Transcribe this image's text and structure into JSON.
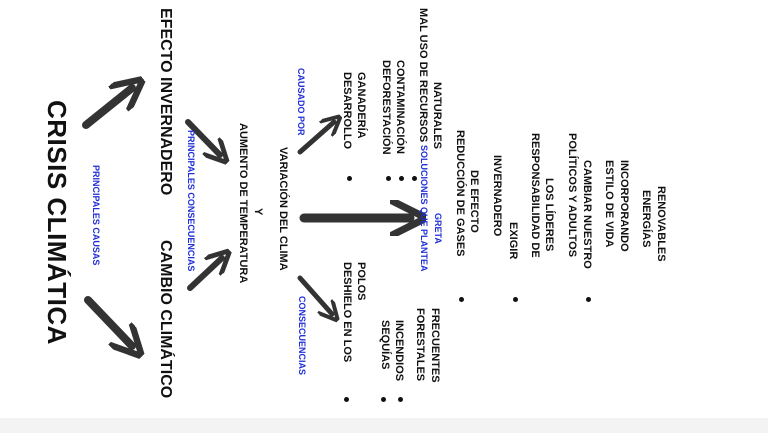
{
  "title": "CRISIS CLIMÁTICA",
  "labels": {
    "principales_causas": "PRINCIPALES CAUSAS",
    "principales_consecuencias": "PRINCIPALES CONSECUENCIAS",
    "causado_por": "CAUSADO POR",
    "consecuencias": "CONSECUENCIAS",
    "soluciones": "SOLUCIONES QUE PLANTEA",
    "greta": "GRETA"
  },
  "causes": [
    "EFECTO INVERNADERO",
    "CAMBIO CLIMÁTICO"
  ],
  "center": {
    "line1": "AUMENTO DE TEMPERATURA",
    "line2": "Y",
    "line3": "VARIACIÓN DEL CLIMA"
  },
  "causado_por_items": [
    "DESARROLLO",
    "GANADERÍA",
    "DEFORESTACIÓN",
    "CONTAMINACIÓN"
  ],
  "recursos": {
    "line1": "MAL USO DE RECURSOS",
    "line2": "NATURALES"
  },
  "consecuencias_items": [
    {
      "line1": "DESHIELO EN LOS",
      "line2": "POLOS"
    },
    {
      "line1": "SEQUÍAS",
      "line2": ""
    },
    {
      "line1": "INCENDIOS",
      "line2": "FORESTALES"
    },
    {
      "line1": "FRECUENTES",
      "line2": ""
    }
  ],
  "soluciones_items": [
    {
      "lines": [
        "REDUCCIÓN DE GASES",
        "DE EFECTO",
        "INVERNADERO"
      ]
    },
    {
      "lines": [
        "EXIGIR",
        "RESPONSABILIDAD DE",
        "LOS LÍDERES",
        "POLÍTICOS Y ADULTOS"
      ]
    },
    {
      "lines": [
        "CAMBIAR NUESTRO",
        "ESTILO DE VIDA",
        "INCORPORANDO",
        "ENERGÍAS",
        "RENOVABLES"
      ]
    }
  ]
}
